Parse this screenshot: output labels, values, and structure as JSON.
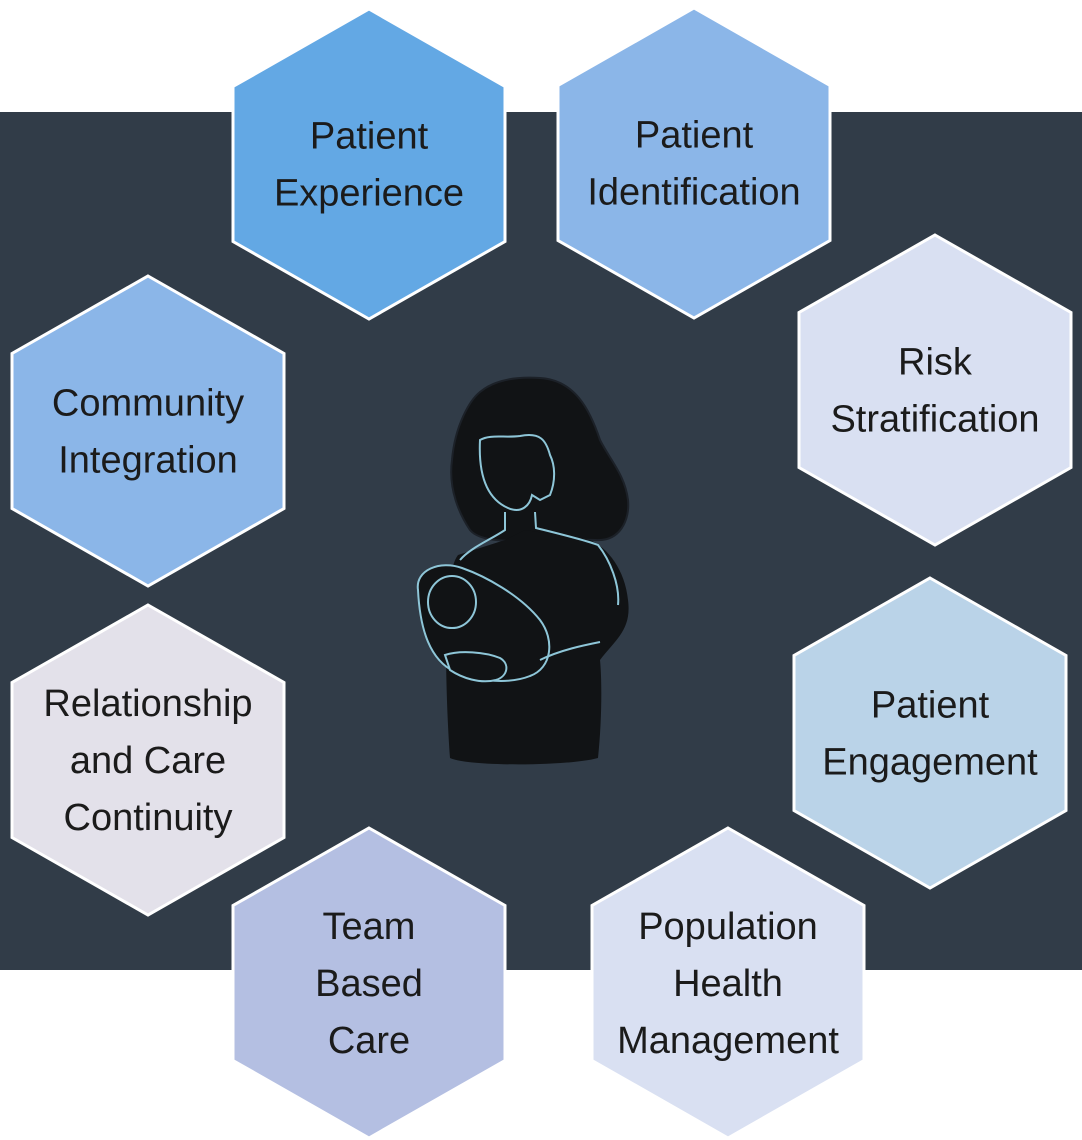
{
  "diagram": {
    "center_figure": "mother-holding-baby-silhouette",
    "hexagons": [
      {
        "id": "patient-experience",
        "lines": [
          "Patient",
          "Experience"
        ],
        "fill": "#63a8e4"
      },
      {
        "id": "patient-identification",
        "lines": [
          "Patient",
          "Identification"
        ],
        "fill": "#8bb6e8"
      },
      {
        "id": "risk-stratification",
        "lines": [
          "Risk",
          "Stratification"
        ],
        "fill": "#d9e0f2"
      },
      {
        "id": "patient-engagement",
        "lines": [
          "Patient",
          "Engagement"
        ],
        "fill": "#bad3e8"
      },
      {
        "id": "population-health-management",
        "lines": [
          "Population",
          "Health",
          "Management"
        ],
        "fill": "#d9e0f2"
      },
      {
        "id": "team-based-care",
        "lines": [
          "Team",
          "Based",
          "Care"
        ],
        "fill": "#b4bfe2"
      },
      {
        "id": "relationship-and-care-continuity",
        "lines": [
          "Relationship",
          "and Care",
          "Continuity"
        ],
        "fill": "#e3e1ea"
      },
      {
        "id": "community-integration",
        "lines": [
          "Community",
          "Integration"
        ],
        "fill": "#8bb6e8"
      }
    ],
    "colors": {
      "background_panel": "#313c48",
      "silhouette": "#111315",
      "outline": "#8ec6d8"
    }
  }
}
